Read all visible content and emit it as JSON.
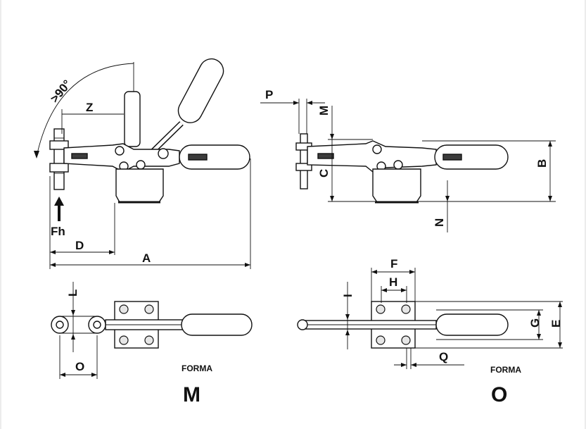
{
  "labels": {
    "angle": ">90°",
    "Z": "Z",
    "Fh": "Fh",
    "D": "D",
    "A": "A",
    "P": "P",
    "M_dim": "M",
    "C": "C",
    "B": "B",
    "N": "N",
    "L": "L",
    "O_dim": "O",
    "F": "F",
    "H": "H",
    "I": "I",
    "G": "G",
    "E": "E",
    "Q": "Q"
  },
  "captions": {
    "left_forma": "FORMA",
    "left_letter": "M",
    "right_forma": "FORMA",
    "right_letter": "O"
  },
  "colors": {
    "line": "#111111",
    "grip": "#3c3c3c",
    "frame": "#ececec"
  }
}
